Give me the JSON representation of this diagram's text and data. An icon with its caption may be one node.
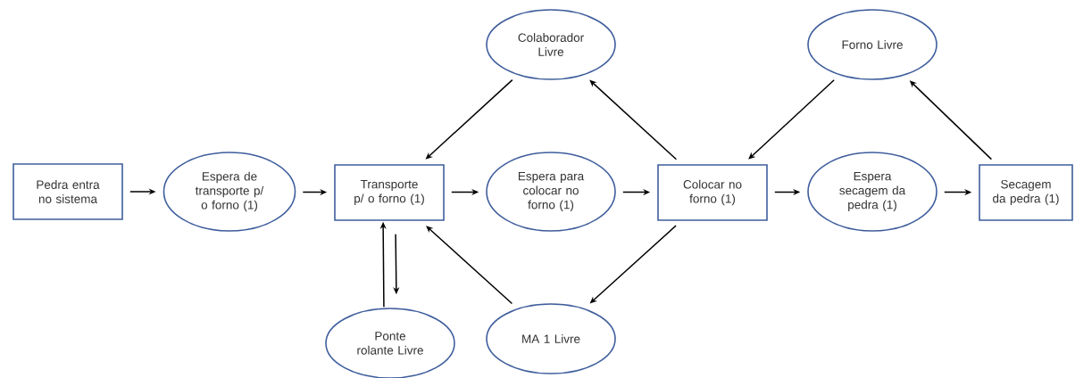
{
  "diagram": {
    "nodes": [
      {
        "text": [
          "Pedra entra no sistema"
        ]
      },
      {
        "text": [
          "Espera de transporte p/ o forno (1)"
        ]
      },
      {
        "text": [
          "Transporte p/ o forno (1)"
        ]
      },
      {
        "text": [
          "Espera para colocar no forno (1)"
        ]
      },
      {
        "text": [
          "Colocar no forno (1)"
        ]
      },
      {
        "text": [
          "Espera secagem da pedra (1)"
        ]
      },
      {
        "text": [
          "Secagem da pedra (1)"
        ]
      },
      {
        "text": [
          "Colaborador Livre"
        ]
      },
      {
        "text": [
          "Forno Livre"
        ]
      },
      {
        "text": [
          "Ponte rolante Livre"
        ]
      },
      {
        "text": [
          "MA 1 Livre"
        ]
      }
    ],
    "edges": [
      {
        "from": 0,
        "to": 1,
        "arrow": "to"
      },
      {
        "from": 1,
        "to": 2,
        "arrow": "to"
      },
      {
        "from": 2,
        "to": 3,
        "arrow": "to"
      },
      {
        "from": 3,
        "to": 4,
        "arrow": "to"
      },
      {
        "from": 4,
        "to": 5,
        "arrow": "to"
      },
      {
        "from": 5,
        "to": 6,
        "arrow": "to"
      },
      {
        "from": 7,
        "to": 2,
        "arrow": "to"
      },
      {
        "from": 4,
        "to": 7,
        "arrow": "to"
      },
      {
        "from": 8,
        "to": 4,
        "arrow": "to"
      },
      {
        "from": 6,
        "to": 8,
        "arrow": "to"
      },
      {
        "from": 4,
        "to": 10,
        "arrow": "to"
      },
      {
        "from": 10,
        "to": 2,
        "arrow": "to"
      },
      {
        "from": 9,
        "to": 2,
        "arrow": "to"
      },
      {
        "from": 2,
        "to": 9,
        "arrow": "to"
      }
    ]
  }
}
